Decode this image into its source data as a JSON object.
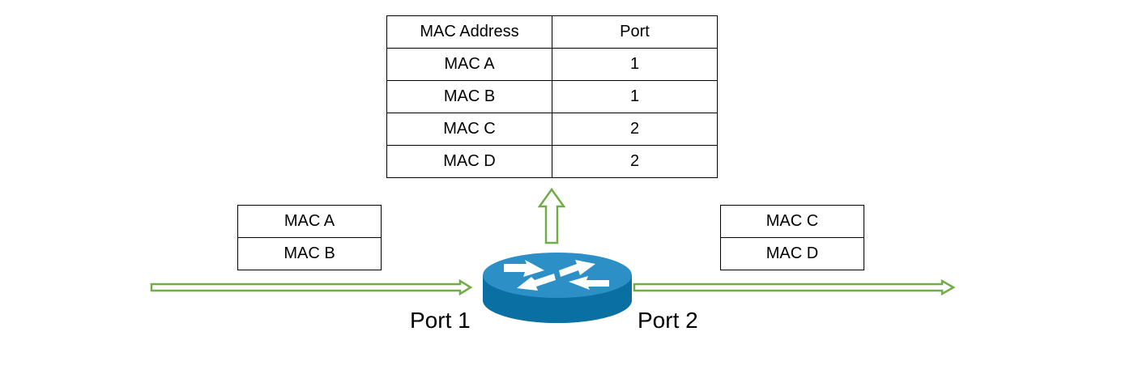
{
  "mac_table": {
    "headers": [
      "MAC Address",
      "Port"
    ],
    "rows": [
      {
        "mac": "MAC A",
        "port": "1"
      },
      {
        "mac": "MAC B",
        "port": "1"
      },
      {
        "mac": "MAC C",
        "port": "2"
      },
      {
        "mac": "MAC D",
        "port": "2"
      }
    ]
  },
  "frames": {
    "left": [
      "MAC A",
      "MAC B"
    ],
    "right": [
      "MAC C",
      "MAC D"
    ]
  },
  "ports": {
    "port_1": "Port 1",
    "port_2": "Port 2"
  },
  "colors": {
    "arrow": "#70ad47",
    "router_top": "#2c8fc6",
    "router_side": "#0a6fa3",
    "router_arrows": "#ffffff",
    "border": "#000000"
  },
  "icons": {
    "router": "router-icon"
  }
}
